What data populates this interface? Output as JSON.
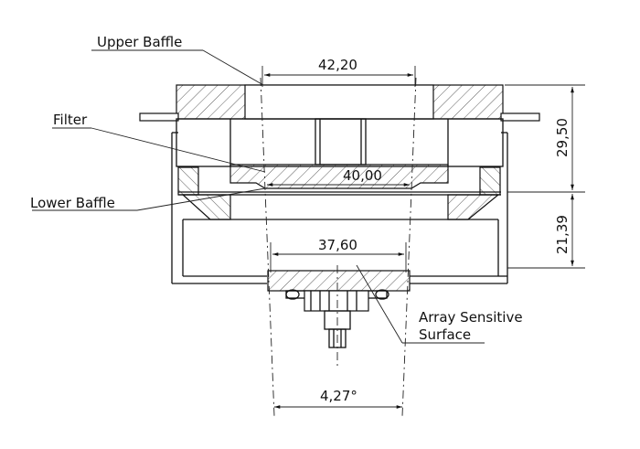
{
  "labels": {
    "upper_baffle": "Upper Baffle",
    "filter": "Filter",
    "lower_baffle": "Lower Baffle",
    "array_line1": "Array Sensitive",
    "array_line2": "Surface"
  },
  "dimensions": {
    "upper_width": "42,20",
    "filter_width": "40,00",
    "lower_width": "37,60",
    "angle": "4,27°",
    "upper_height": "29,50",
    "lower_height": "21,39"
  }
}
